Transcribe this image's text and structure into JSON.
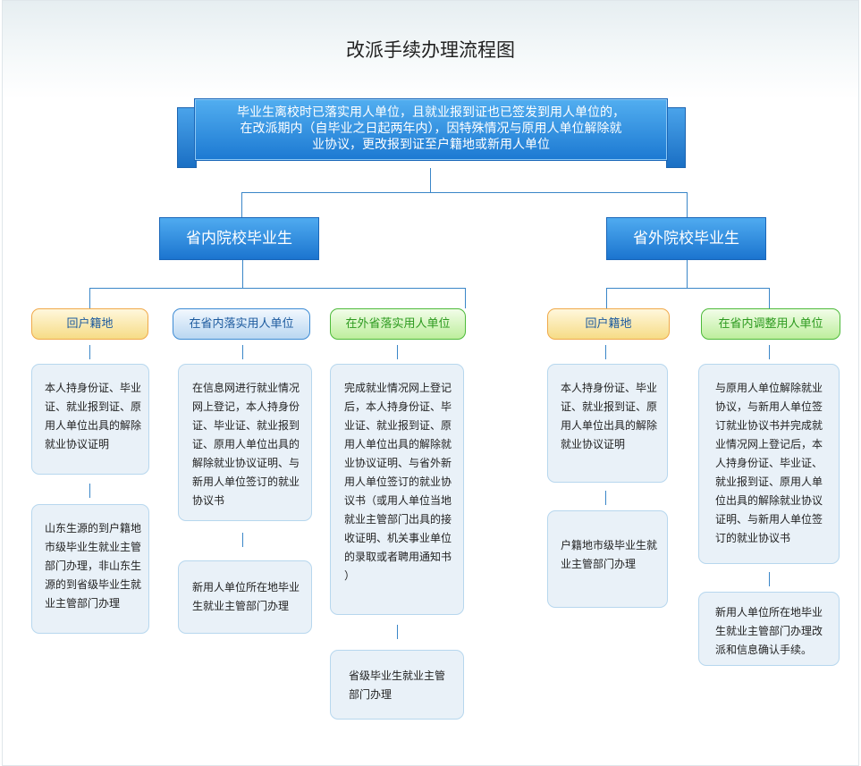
{
  "title": "改派手续办理流程图",
  "banner": "毕业生离校时已落实用人单位，且就业报到证也已签发到用人单位的，\n在改派期内（自毕业之日起两年内），因特殊情况与原用人单位解除就\n业协议，更改报到证至户籍地或新用人单位",
  "categories": [
    "省内院校毕业生",
    "省外院校毕业生"
  ],
  "columns": [
    {
      "label": "回户籍地",
      "step1": "本人持身份证、毕业\n证、就业报到证、原\n用人单位出具的解除\n就业协议证明",
      "step2": "山东生源的到户籍地\n市级毕业生就业主管\n部门办理，非山东生\n源的到省级毕业生就\n业主管部门办理"
    },
    {
      "label": "在省内落实用人单位",
      "step1": "在信息网进行就业情况\n网上登记，本人持身份\n证、毕业证、就业报到\n证、原用人单位出具的\n解除就业协议证明、与\n新用人单位签订的就业\n协议书",
      "step2": "新用人单位所在地毕业\n生就业主管部门办理"
    },
    {
      "label": "在外省落实用人单位",
      "step1": "完成就业情况网上登记\n后，本人持身份证、毕\n业证、就业报到证、原\n用人单位出具的解除就\n业协议证明、与省外新\n用人单位签订的就业协\n议书（或用人单位当地\n就业主管部门出具的接\n收证明、机关事业单位\n的录取或者聘用通知书\n）",
      "step2": "省级毕业生就业主管\n部门办理"
    },
    {
      "label": "回户籍地",
      "step1": "本人持身份证、毕业\n证、就业报到证、原\n用人单位出具的解除\n就业协议证明",
      "step2": "户籍地市级毕业生就\n业主管部门办理"
    },
    {
      "label": "在省内调整用人单位",
      "step1": "与原用人单位解除就业\n协议，与新用人单位签\n订就业协议书并完成就\n业情况网上登记后，本\n人持身份证、毕业证、\n就业报到证、原用人单\n位出具的解除就业协议\n证明、与新用人单位签\n订的就业协议书",
      "step2": "新用人单位所在地毕业\n生就业主管部门办理改\n派和信息确认手续。"
    }
  ]
}
